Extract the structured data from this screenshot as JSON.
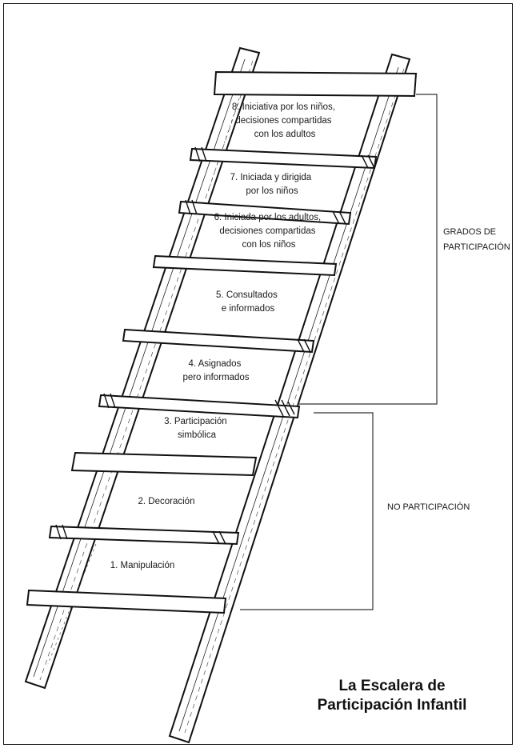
{
  "rungs": [
    {
      "lines": [
        "8. Iniciativa por los niños,",
        "decisiones compartidas",
        "con los adultos"
      ]
    },
    {
      "lines": [
        "7. Iniciada y dirigida",
        "por los niños"
      ]
    },
    {
      "lines": [
        "6. Iniciada por los adultos,",
        "decisiones compartidas",
        "con los niños"
      ]
    },
    {
      "lines": [
        "5. Consultados",
        "e informados"
      ]
    },
    {
      "lines": [
        "4. Asignados",
        "pero informados"
      ]
    },
    {
      "lines": [
        "3. Participación",
        "simbólica"
      ]
    },
    {
      "lines": [
        "2. Decoración"
      ]
    },
    {
      "lines": [
        "1. Manipulación"
      ]
    }
  ],
  "groups": {
    "participation": [
      "GRADOS DE",
      "PARTICIPACIÓN"
    ],
    "non_participation": [
      "NO PARTICIPACIÓN"
    ]
  },
  "title": {
    "line1": "La Escalera de",
    "line2": "Participación Infantil"
  }
}
